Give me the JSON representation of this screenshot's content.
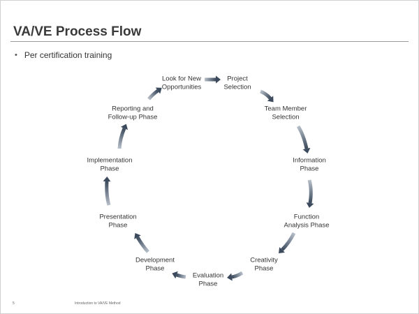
{
  "slide": {
    "title": "VA/VE Process Flow",
    "bullet": "Per certification training",
    "footer_page": "5",
    "footer_text": "Introduction to VA/VE Method"
  },
  "cycle": {
    "nodes": [
      {
        "id": "look-for-new-opportunities",
        "lines": [
          "Look for New",
          "Opportunities"
        ]
      },
      {
        "id": "project-selection",
        "lines": [
          "Project",
          "Selection"
        ]
      },
      {
        "id": "team-member-selection",
        "lines": [
          "Team Member",
          "Selection"
        ]
      },
      {
        "id": "information-phase",
        "lines": [
          "Information",
          "Phase"
        ]
      },
      {
        "id": "function-analysis-phase",
        "lines": [
          "Function",
          "Analysis Phase"
        ]
      },
      {
        "id": "creativity-phase",
        "lines": [
          "Creativity",
          "Phase"
        ]
      },
      {
        "id": "evaluation-phase",
        "lines": [
          "Evaluation",
          "Phase"
        ]
      },
      {
        "id": "development-phase",
        "lines": [
          "Development",
          "Phase"
        ]
      },
      {
        "id": "presentation-phase",
        "lines": [
          "Presentation",
          "Phase"
        ]
      },
      {
        "id": "implementation-phase",
        "lines": [
          "Implementation",
          "Phase"
        ]
      },
      {
        "id": "reporting-and-follow-up-phase",
        "lines": [
          "Reporting and",
          "Follow-up Phase"
        ]
      }
    ]
  },
  "colors": {
    "arrow_dark": "#3b4a5c",
    "arrow_light": "#b8c0ca"
  }
}
